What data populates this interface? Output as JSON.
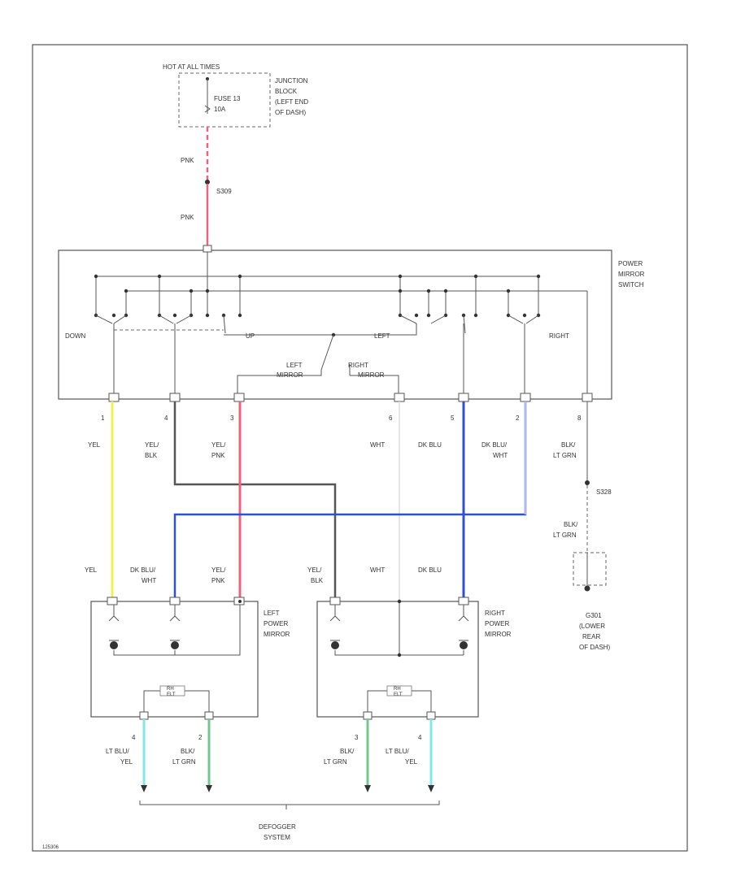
{
  "fuse_block": {
    "hot_label": "HOT AT ALL TIMES",
    "fuse_label_1": "FUSE 13",
    "fuse_label_2": "10A",
    "junction_1": "JUNCTION",
    "junction_2": "BLOCK",
    "junction_3": "(LEFT END",
    "junction_4": "OF DASH)"
  },
  "feed": {
    "wire_1": "PNK",
    "splice": "S309",
    "wire_2": "PNK"
  },
  "switch": {
    "title_1": "POWER",
    "title_2": "MIRROR",
    "title_3": "SWITCH",
    "down": "DOWN",
    "up": "UP",
    "left": "LEFT",
    "right": "RIGHT",
    "left_mirror_1": "LEFT",
    "left_mirror_2": "MIRROR",
    "right_mirror_1": "RIGHT",
    "right_mirror_2": "MIRROR"
  },
  "switch_pins": [
    {
      "pin": "1",
      "c1": "YEL",
      "c2": "",
      "color": "#f0f050"
    },
    {
      "pin": "4",
      "c1": "YEL/",
      "c2": "BLK",
      "color": "#555555"
    },
    {
      "pin": "3",
      "c1": "YEL/",
      "c2": "PNK",
      "color": "#f06080"
    },
    {
      "pin": "6",
      "c1": "WHT",
      "c2": "",
      "color": "#dddddd"
    },
    {
      "pin": "5",
      "c1": "DK BLU",
      "c2": "",
      "color": "#3050d0"
    },
    {
      "pin": "2",
      "c1": "DK BLU/",
      "c2": "WHT",
      "color": "#b0b8f0"
    },
    {
      "pin": "8",
      "c1": "BLK/",
      "c2": "LT GRN",
      "color": "#555555"
    }
  ],
  "ground": {
    "splice": "S328",
    "wire_1": "BLK/",
    "wire_2": "LT GRN",
    "g_1": "G301",
    "g_2": "(LOWER",
    "g_3": "REAR",
    "g_4": "OF DASH)"
  },
  "left_mirror": {
    "title_1": "LEFT",
    "title_2": "POWER",
    "title_3": "MIRROR",
    "w1a": "YEL",
    "w1b": "",
    "w2a": "DK BLU/",
    "w2b": "WHT",
    "w3a": "YEL/",
    "w3b": "PNK",
    "heater": "RH",
    "heater2": "ELT",
    "pin_a": "4",
    "pin_b": "2",
    "def1a": "LT BLU/",
    "def1b": "YEL",
    "def2a": "BLK/",
    "def2b": "LT GRN"
  },
  "right_mirror": {
    "title_1": "RIGHT",
    "title_2": "POWER",
    "title_3": "MIRROR",
    "w1a": "YEL/",
    "w1b": "BLK",
    "w2a": "WHT",
    "w2b": "",
    "w3a": "DK BLU",
    "w3b": "",
    "heater": "RH",
    "heater2": "ELT",
    "pin_a": "3",
    "pin_b": "4",
    "def1a": "BLK/",
    "def1b": "LT GRN",
    "def2a": "LT BLU/",
    "def2b": "YEL"
  },
  "defogger": {
    "l1": "DEFOGGER",
    "l2": "SYSTEM"
  },
  "footer_code": "125306",
  "colors": {
    "pnk": "#f06080",
    "yel": "#f0f050",
    "dkblu": "#3050d0",
    "dkbluwht": "#b0b8f0",
    "ltbluyel": "#80e8e8",
    "blkltgrn": "#70c890",
    "ltgrn": "#90e0a0"
  }
}
